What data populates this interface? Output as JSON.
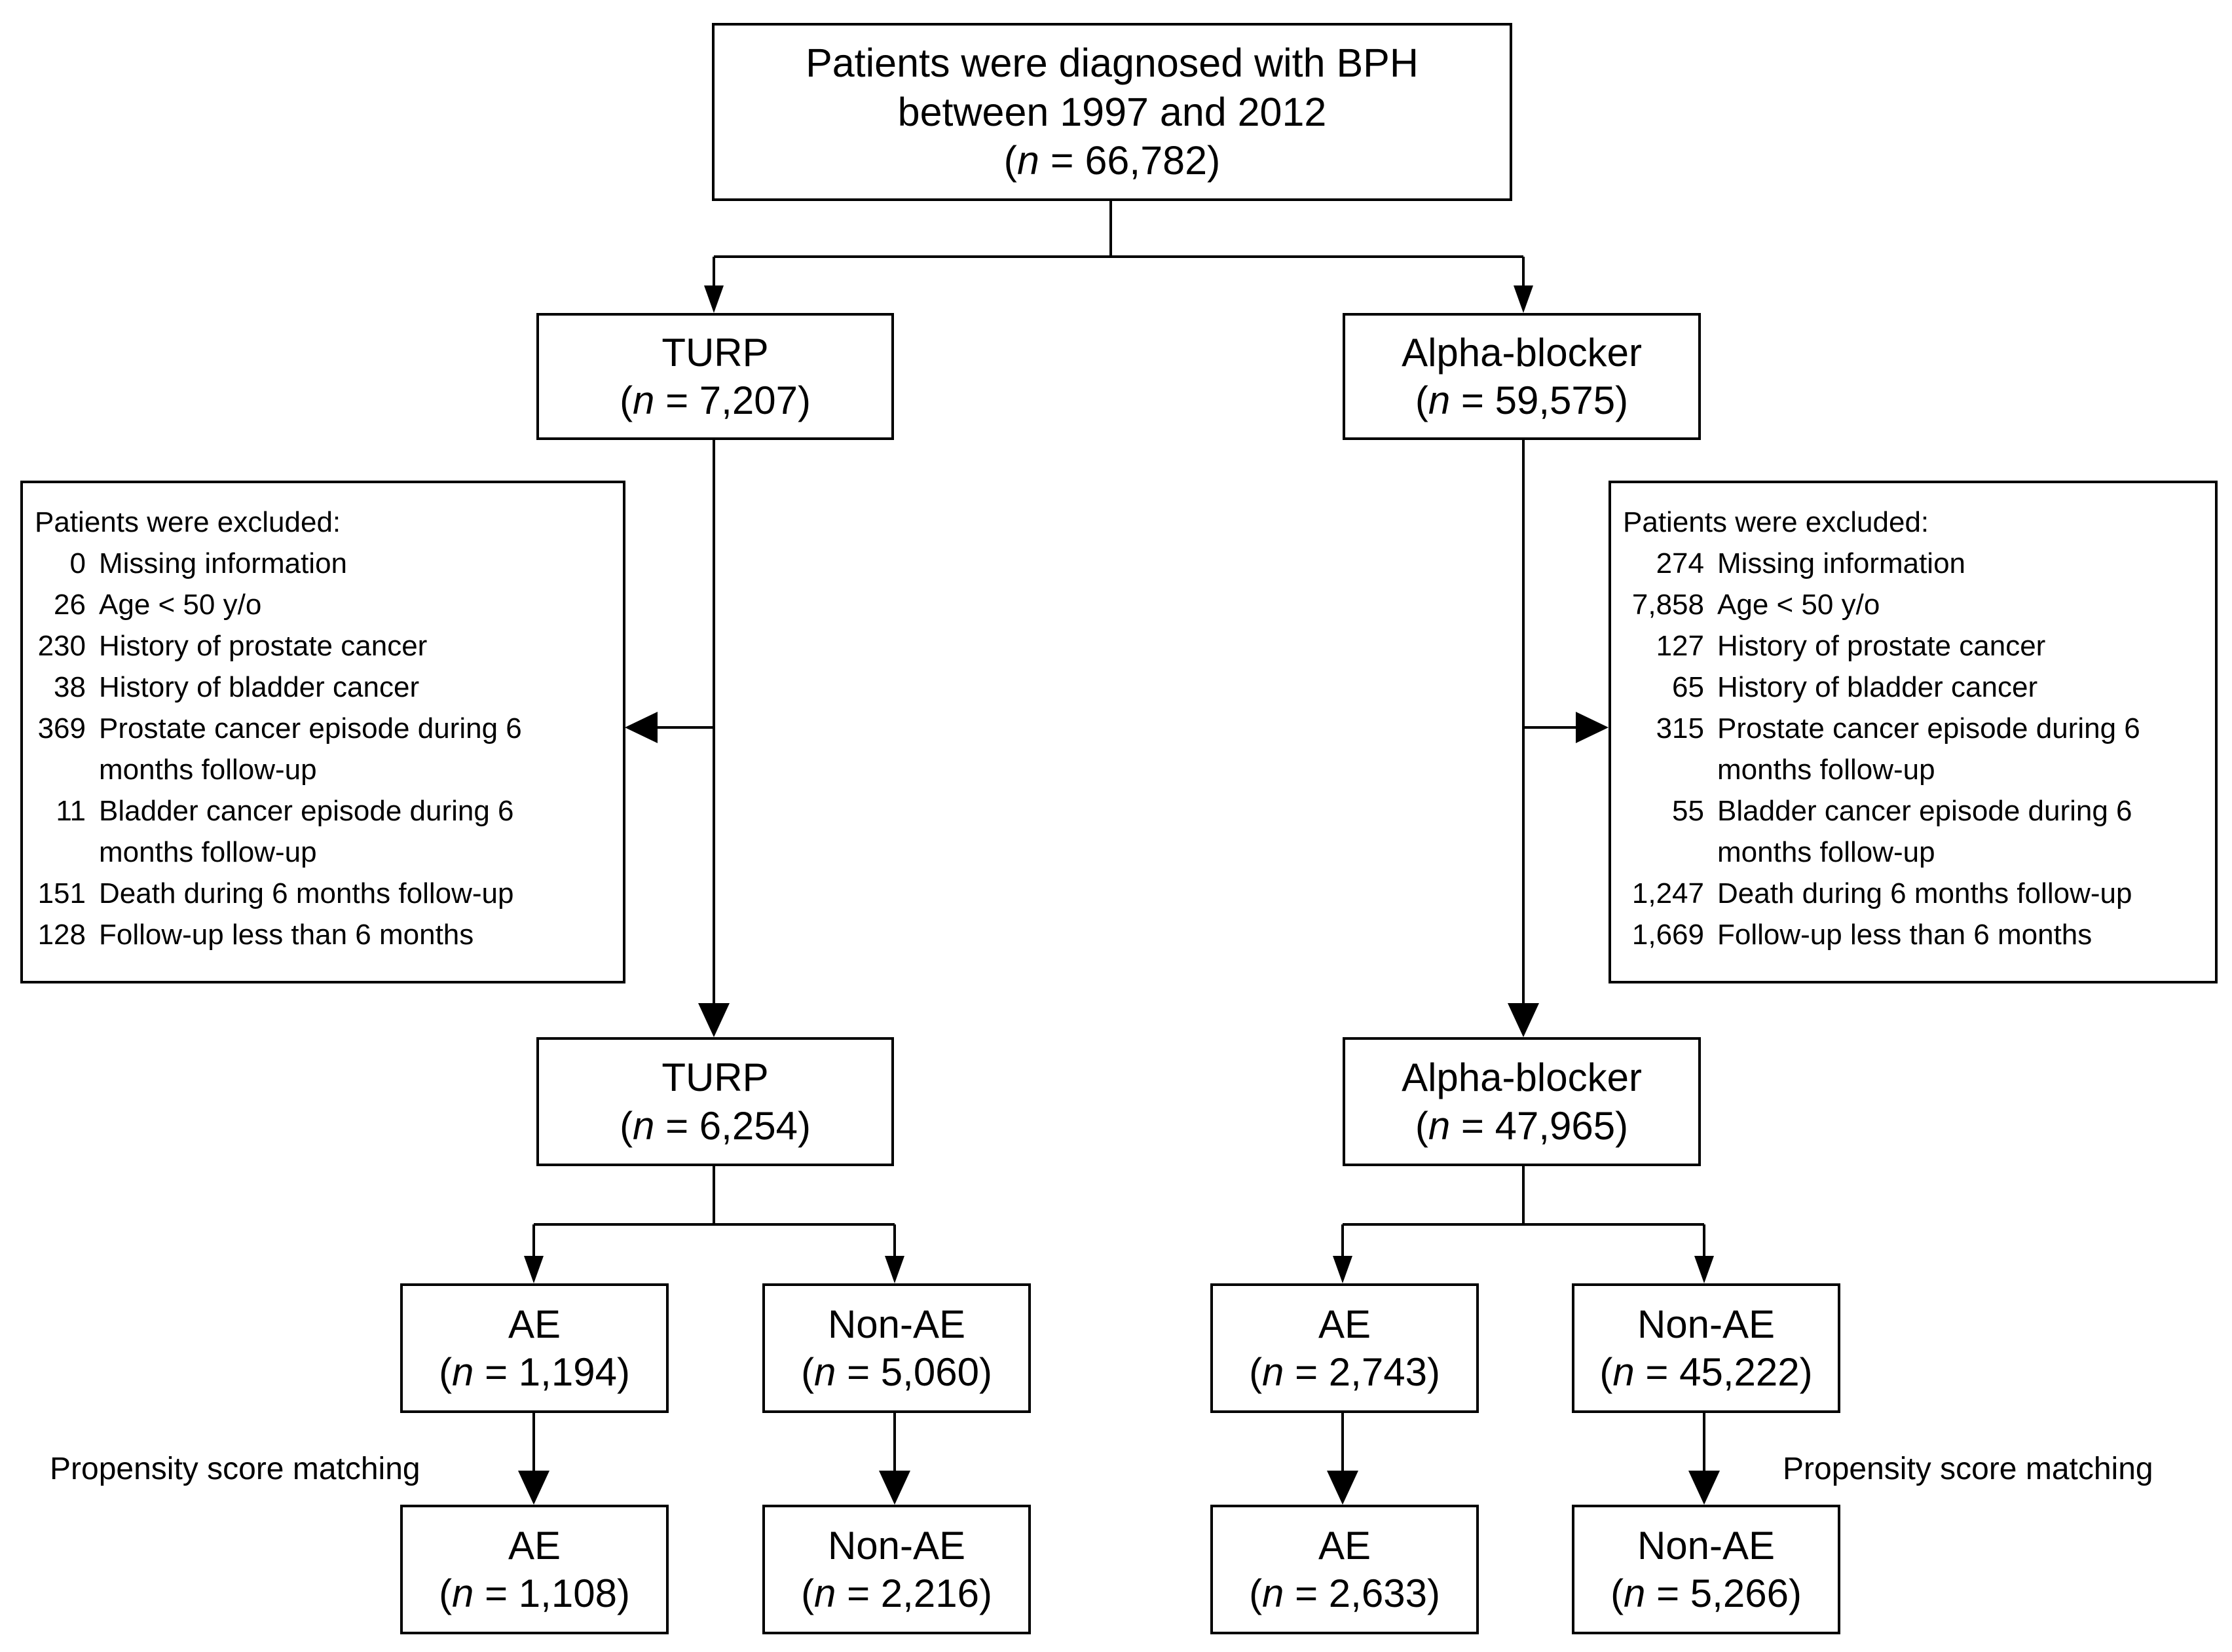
{
  "root": {
    "line1": "Patients were diagnosed with BPH",
    "line2": "between 1997 and 2012",
    "n_open": "(",
    "n_symbol": "n",
    "n_value": " = 66,782)"
  },
  "turp_initial": {
    "label": "TURP",
    "n_open": "(",
    "n_symbol": "n",
    "n_value": " = 7,207)"
  },
  "alpha_initial": {
    "label": "Alpha-blocker",
    "n_open": "(",
    "n_symbol": "n",
    "n_value": " = 59,575)"
  },
  "turp_exclusion": {
    "title": "Patients were excluded:",
    "items": [
      {
        "count": "0",
        "reason": "Missing information"
      },
      {
        "count": "26",
        "reason": "Age < 50 y/o"
      },
      {
        "count": "230",
        "reason": "History of prostate cancer"
      },
      {
        "count": "38",
        "reason": "History of bladder cancer"
      },
      {
        "count": "369",
        "reason": "Prostate cancer episode during 6 months follow-up"
      },
      {
        "count": "11",
        "reason": "Bladder cancer episode during 6 months follow-up"
      },
      {
        "count": "151",
        "reason": "Death during 6 months follow-up"
      },
      {
        "count": "128",
        "reason": "Follow-up less than 6 months"
      }
    ]
  },
  "alpha_exclusion": {
    "title": "Patients were excluded:",
    "items": [
      {
        "count": "274",
        "reason": "Missing information"
      },
      {
        "count": "7,858",
        "reason": "Age < 50 y/o"
      },
      {
        "count": "127",
        "reason": "History of prostate cancer"
      },
      {
        "count": "65",
        "reason": "History of bladder cancer"
      },
      {
        "count": "315",
        "reason": "Prostate cancer episode during 6 months follow-up"
      },
      {
        "count": "55",
        "reason": "Bladder cancer episode during 6 months follow-up"
      },
      {
        "count": "1,247",
        "reason": "Death during 6 months follow-up"
      },
      {
        "count": "1,669",
        "reason": "Follow-up less than 6 months"
      }
    ]
  },
  "turp_final": {
    "label": "TURP",
    "n_open": "(",
    "n_symbol": "n",
    "n_value": " = 6,254)"
  },
  "alpha_final": {
    "label": "Alpha-blocker",
    "n_open": "(",
    "n_symbol": "n",
    "n_value": " = 47,965)"
  },
  "turp_ae": {
    "label": "AE",
    "n_open": "(",
    "n_symbol": "n",
    "n_value": " = 1,194)"
  },
  "turp_nonae": {
    "label": "Non-AE",
    "n_open": "(",
    "n_symbol": "n",
    "n_value": " = 5,060)"
  },
  "alpha_ae": {
    "label": "AE",
    "n_open": "(",
    "n_symbol": "n",
    "n_value": " = 2,743)"
  },
  "alpha_nonae": {
    "label": "Non-AE",
    "n_open": "(",
    "n_symbol": "n",
    "n_value": " = 45,222)"
  },
  "turp_ae_matched": {
    "label": "AE",
    "n_open": "(",
    "n_symbol": "n",
    "n_value": " = 1,108)"
  },
  "turp_nonae_matched": {
    "label": "Non-AE",
    "n_open": "(",
    "n_symbol": "n",
    "n_value": " = 2,216)"
  },
  "alpha_ae_matched": {
    "label": "AE",
    "n_open": "(",
    "n_symbol": "n",
    "n_value": " = 2,633)"
  },
  "alpha_nonae_matched": {
    "label": "Non-AE",
    "n_open": "(",
    "n_symbol": "n",
    "n_value": " = 5,266)"
  },
  "propensity_left": "Propensity score matching",
  "propensity_right": "Propensity score matching"
}
